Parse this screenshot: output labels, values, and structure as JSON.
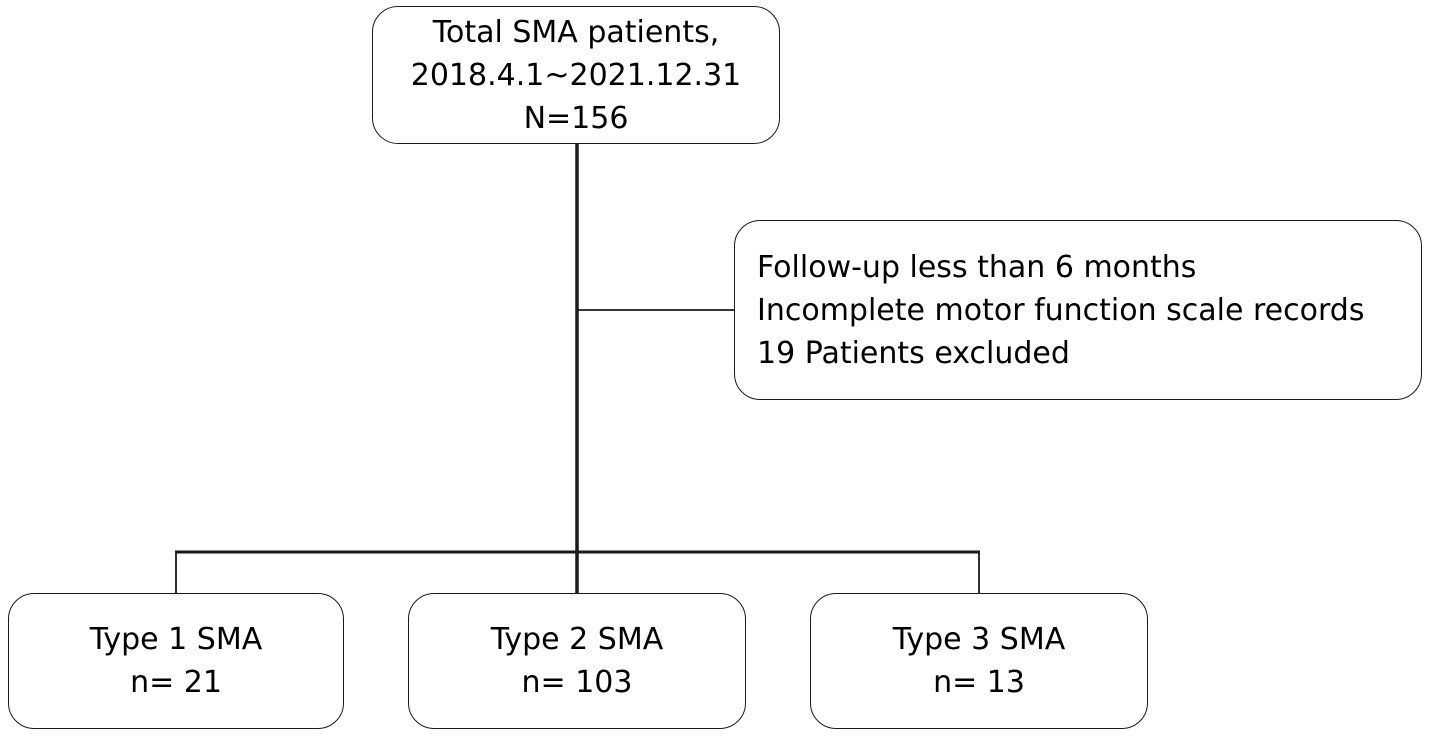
{
  "diagram": {
    "total": {
      "line1": "Total SMA patients,",
      "line2": "2018.4.1~2021.12.31",
      "line3": "N=156"
    },
    "excluded": {
      "line1": "Follow-up less than 6 months",
      "line2": "Incomplete motor function scale records",
      "line3": "19 Patients excluded"
    },
    "groups": [
      {
        "name": "Type 1 SMA",
        "count": "n= 21"
      },
      {
        "name": "Type 2 SMA",
        "count": "n= 103"
      },
      {
        "name": "Type 3 SMA",
        "count": "n= 13"
      }
    ]
  },
  "colors": {
    "line": "#1a1a1a",
    "box_border": "#1a1a1a",
    "background": "#ffffff",
    "text": "#000000"
  }
}
